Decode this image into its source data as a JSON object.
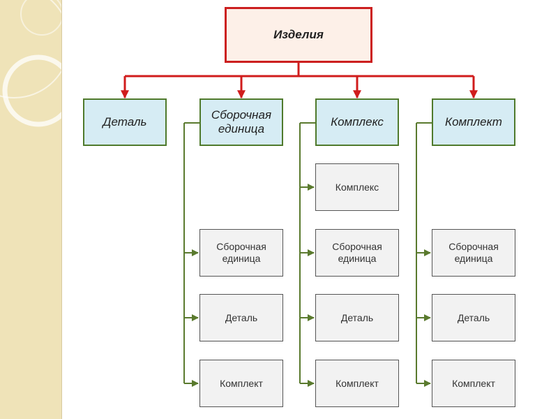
{
  "root": {
    "label": "Изделия"
  },
  "categories": [
    {
      "label": "Деталь",
      "children": []
    },
    {
      "label": "Сборочная единица",
      "children": [
        "Сборочная единица",
        "Деталь",
        "Комплект"
      ]
    },
    {
      "label": "Комплекс",
      "children": [
        "Комплекс",
        "Сборочная единица",
        "Деталь",
        "Комплект"
      ]
    },
    {
      "label": "Комплект",
      "children": [
        "Сборочная единица",
        "Деталь",
        "Комплект"
      ]
    }
  ],
  "colors": {
    "root_border": "#cc1f1f",
    "root_fill": "#fdf0e8",
    "category_border": "#4f7a2c",
    "category_fill": "#d6ecf4",
    "sub_border": "#555555",
    "sub_fill": "#f2f2f2",
    "red_connector": "#d01c1c",
    "green_connector": "#5a7a2e",
    "side_strip": "#efe3b8"
  }
}
